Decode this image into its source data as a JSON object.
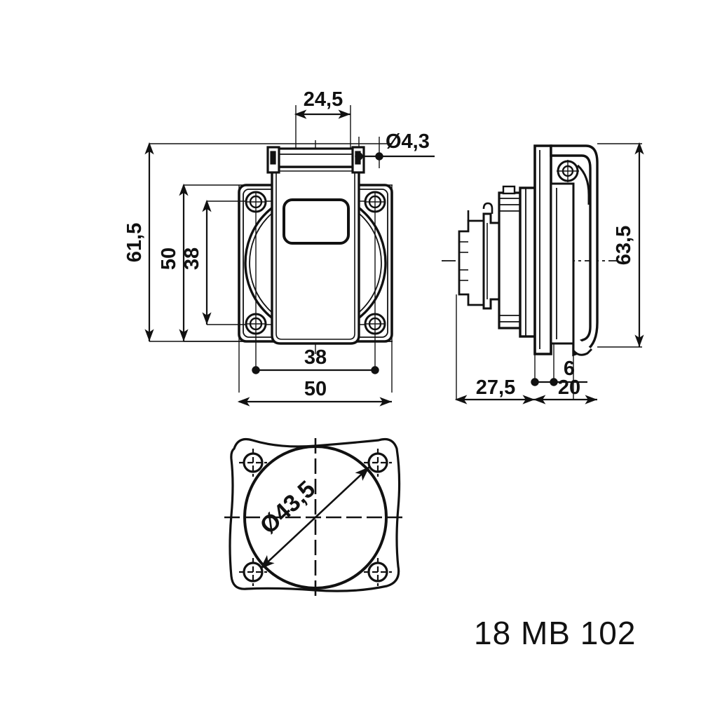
{
  "drawing": {
    "title": "",
    "part_number": "18 MB 102",
    "background_color": "#ffffff",
    "line_color": "#111111",
    "views": [
      {
        "name": "front-view",
        "description": "Front view of flush mounting socket with square flange and four corner screw holes"
      },
      {
        "name": "side-view",
        "description": "Side section view of socket with hinged lid"
      },
      {
        "name": "gasket-view",
        "description": "Bottom view of flange gasket with central circular opening"
      }
    ],
    "dimensions": {
      "width_overall": "24,5",
      "hole_diameter": "Ø4,3",
      "height_overall": "61,5",
      "flange_height": "50",
      "hole_spacing_vertical": "38",
      "hole_spacing_horizontal": "38",
      "flange_width": "50",
      "side_height": "63,5",
      "depth_behind_panel": "27,5",
      "panel_thickness": "6",
      "depth_front": "20",
      "gasket_bore": "Ø43,5"
    }
  }
}
